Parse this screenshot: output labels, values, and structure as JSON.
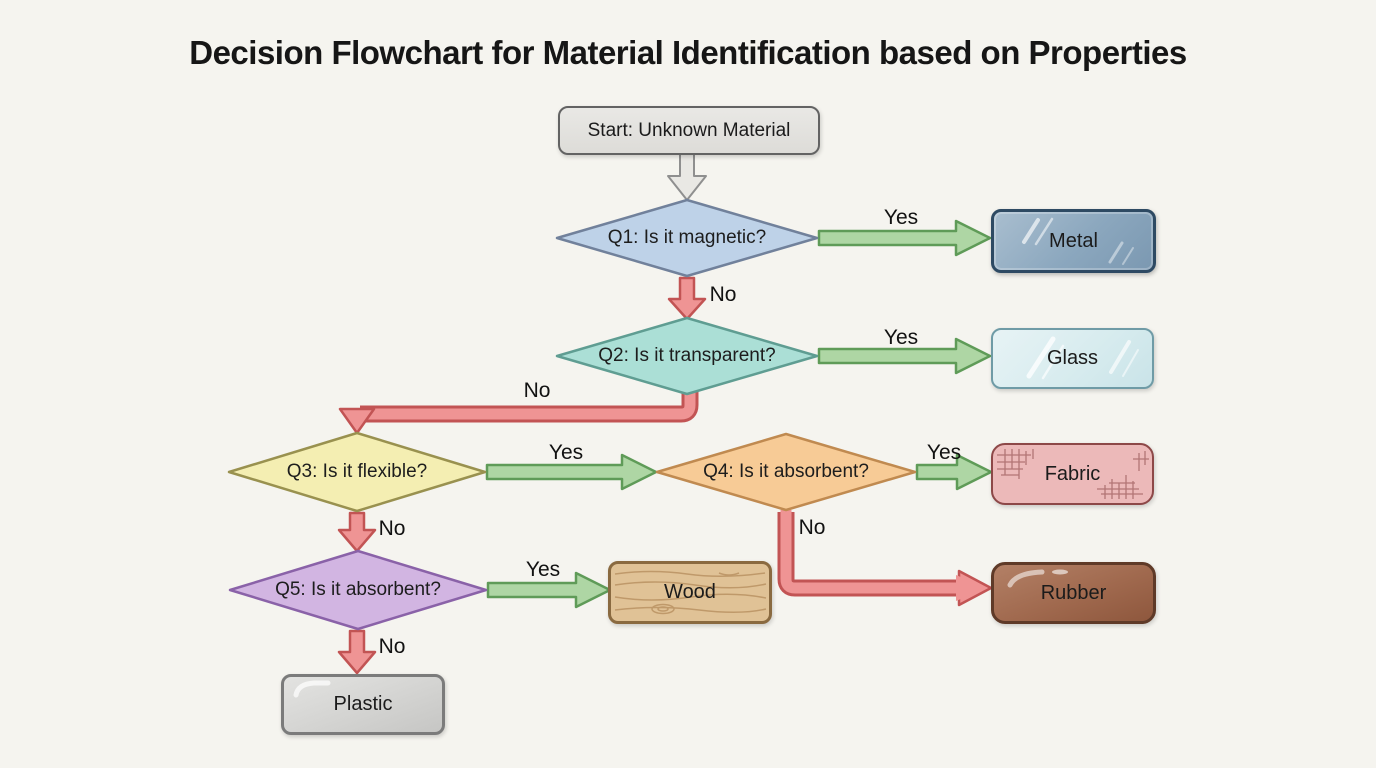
{
  "title": "Decision Flowchart for Material Identification based on Properties",
  "nodes": {
    "start": {
      "label": "Start: Unknown Material",
      "type": "start"
    },
    "q1": {
      "label": "Q1: Is it magnetic?",
      "type": "decision",
      "fill": "#bed2e8"
    },
    "q2": {
      "label": "Q2: Is it transparent?",
      "type": "decision",
      "fill": "#abdfd6"
    },
    "q3": {
      "label": "Q3: Is it flexible?",
      "type": "decision",
      "fill": "#f4eeb2"
    },
    "q4": {
      "label": "Q4: Is it absorbent?",
      "type": "decision",
      "fill": "#f7cb96"
    },
    "q5": {
      "label": "Q5: Is it absorbent?",
      "type": "decision",
      "fill": "#d2b5e2"
    },
    "metal": {
      "label": "Metal",
      "type": "result",
      "fill": "#8ba7be"
    },
    "glass": {
      "label": "Glass",
      "type": "result",
      "fill": "#d6ebee"
    },
    "fabric": {
      "label": "Fabric",
      "type": "result",
      "fill": "#ecb9b9"
    },
    "rubber": {
      "label": "Rubber",
      "type": "result",
      "fill": "#a0694e"
    },
    "wood": {
      "label": "Wood",
      "type": "result",
      "fill": "#e0c296"
    },
    "plastic": {
      "label": "Plastic",
      "type": "result",
      "fill": "#d2d2d0"
    }
  },
  "edges": {
    "start_to_q1": {
      "label": "",
      "from": "start",
      "to": "q1"
    },
    "q1_yes": {
      "label": "Yes",
      "from": "q1",
      "to": "metal"
    },
    "q1_no": {
      "label": "No",
      "from": "q1",
      "to": "q2"
    },
    "q2_yes": {
      "label": "Yes",
      "from": "q2",
      "to": "glass"
    },
    "q2_no": {
      "label": "No",
      "from": "q2",
      "to": "q3"
    },
    "q3_yes": {
      "label": "Yes",
      "from": "q3",
      "to": "q4"
    },
    "q3_no": {
      "label": "No",
      "from": "q3",
      "to": "q5"
    },
    "q4_yes": {
      "label": "Yes",
      "from": "q4",
      "to": "fabric"
    },
    "q4_no": {
      "label": "No",
      "from": "q4",
      "to": "rubber"
    },
    "q5_yes": {
      "label": "Yes",
      "from": "q5",
      "to": "wood"
    },
    "q5_no": {
      "label": "No",
      "from": "q5",
      "to": "plastic"
    }
  },
  "colors": {
    "background": "#f5f4ef",
    "yes_arrow_fill": "#aed6a4",
    "yes_arrow_stroke": "#5f9b58",
    "no_arrow_fill": "#ef9494",
    "no_arrow_stroke": "#c25454",
    "start_arrow_fill": "#e9e8e4",
    "start_arrow_stroke": "#8f8f8f"
  }
}
